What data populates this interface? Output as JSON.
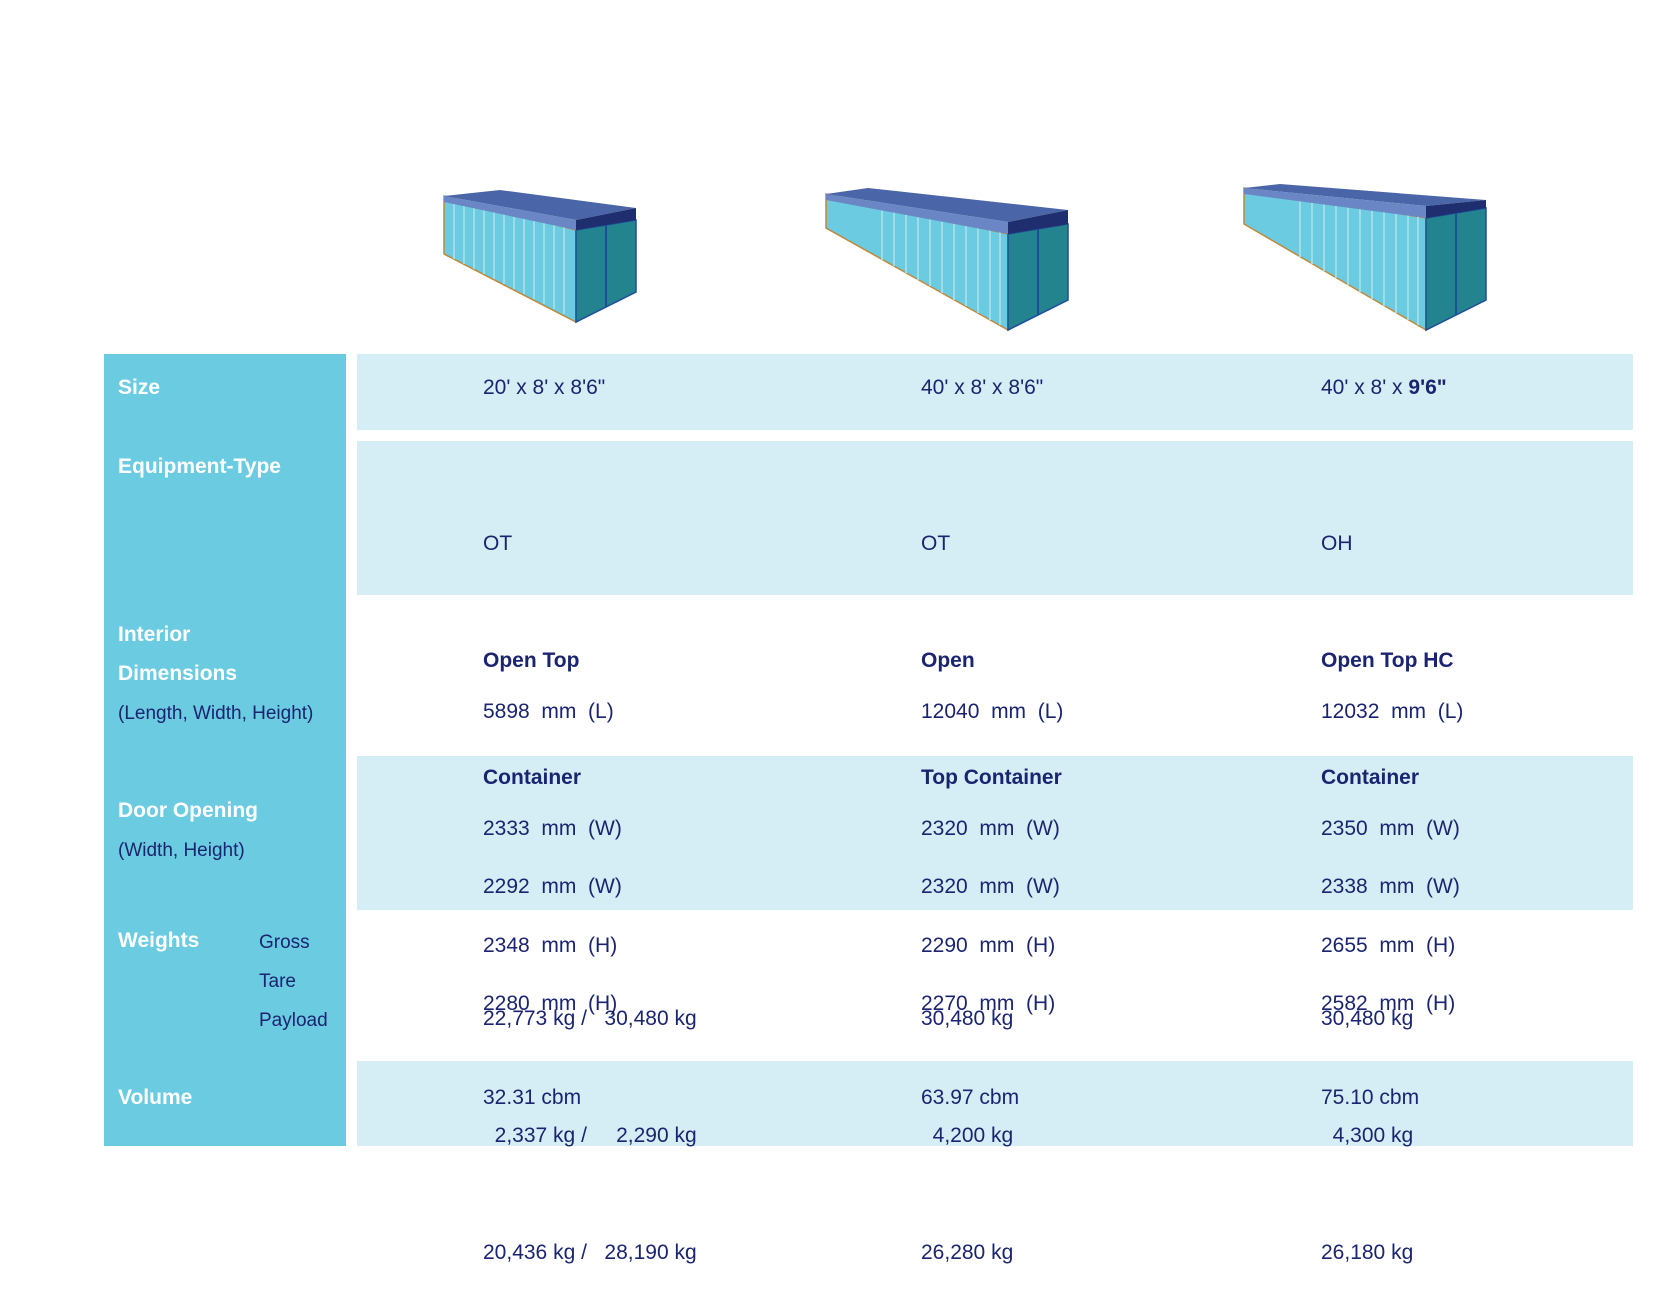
{
  "rows": {
    "size": "Size",
    "equipment": "Equipment-Type",
    "interior_1": "Interior",
    "interior_2": "Dimensions",
    "interior_sub": "(Length, Width, Height)",
    "door": "Door Opening",
    "door_sub": "(Width, Height)",
    "weights": "Weights",
    "gross": "Gross",
    "tare": "Tare",
    "payload": "Payload",
    "volume": "Volume"
  },
  "columns": [
    {
      "icon": "open-top-container-20ft-icon",
      "size_prefix": "20' x 8' x 8'6\"",
      "size_bold": "",
      "type_code": "OT",
      "type_name_1": "Open Top",
      "type_name_2": "Container",
      "interior_l": "5898  mm  (L)",
      "interior_w": "2333  mm  (W)",
      "interior_h": "2348  mm  (H)",
      "door_w": "2292  mm  (W)",
      "door_h": "2280  mm  (H)",
      "gross": "22,773 kg /   30,480 kg",
      "tare": "  2,337 kg /     2,290 kg",
      "payload": "20,436 kg /   28,190 kg",
      "volume": "32.31 cbm"
    },
    {
      "icon": "open-top-container-40ft-icon",
      "size_prefix": "40' x 8' x 8'6\"",
      "size_bold": "",
      "type_code": "OT",
      "type_name_1": "Open",
      "type_name_2": "Top Container",
      "interior_l": "12040  mm  (L)",
      "interior_w": "2320  mm  (W)",
      "interior_h": "2290  mm  (H)",
      "door_w": "2320  mm  (W)",
      "door_h": "2270  mm  (H)",
      "gross": "30,480 kg",
      "tare": "  4,200 kg",
      "payload": "26,280 kg",
      "volume": "63.97 cbm"
    },
    {
      "icon": "open-top-hc-container-40ft-icon",
      "size_prefix": "40' x 8' x ",
      "size_bold": "9'6\"",
      "type_code": "OH",
      "type_name_1": "Open Top HC",
      "type_name_2": "Container",
      "interior_l": "12032  mm  (L)",
      "interior_w": "2350  mm  (W)",
      "interior_h": "2655  mm  (H)",
      "door_w": "2338  mm  (W)",
      "door_h": "2582  mm  (H)",
      "gross": "30,480 kg",
      "tare": "  4,300 kg",
      "payload": "26,180 kg",
      "volume": "75.10 cbm"
    }
  ],
  "colors": {
    "sidebar": "#6bcbe0",
    "band": "#d5edf4",
    "text": "#1a2470",
    "container_side": "#6bcbe0",
    "container_end": "#23848f",
    "container_roof": "#4b66a8"
  }
}
